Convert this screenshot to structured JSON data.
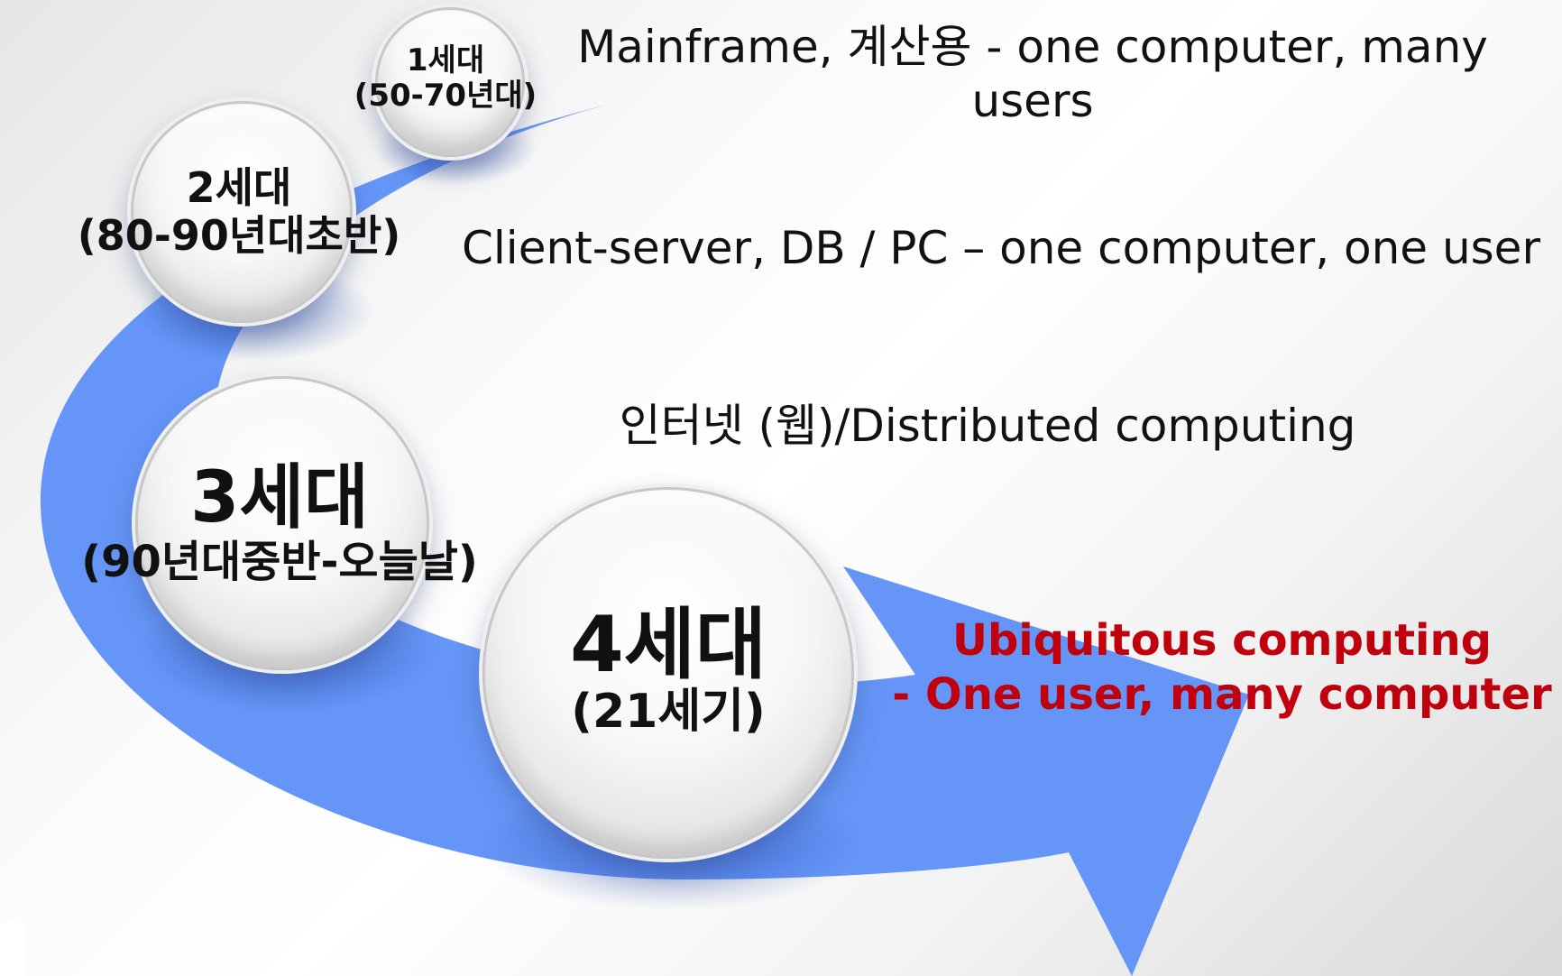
{
  "colors": {
    "arrow": "#6495f7",
    "arrow_dark": "#3f6fd9",
    "red_text": "#c0000c"
  },
  "generations": [
    {
      "title": "1세대",
      "period": "(50-70년대)",
      "description": [
        "Mainframe, 계산용 - one computer, many",
        "users"
      ]
    },
    {
      "title": "2세대",
      "period": "(80-90년대초반)",
      "description": [
        "Client-server, DB / PC – one computer, one user"
      ]
    },
    {
      "title": "3세대",
      "period": "(90년대중반-오늘날)",
      "description": [
        "인터넷 (웹)/Distributed computing"
      ]
    },
    {
      "title": "4세대",
      "period": "(21세기)",
      "description": [
        "Ubiquitous computing",
        "- One user, many computer"
      ]
    }
  ]
}
